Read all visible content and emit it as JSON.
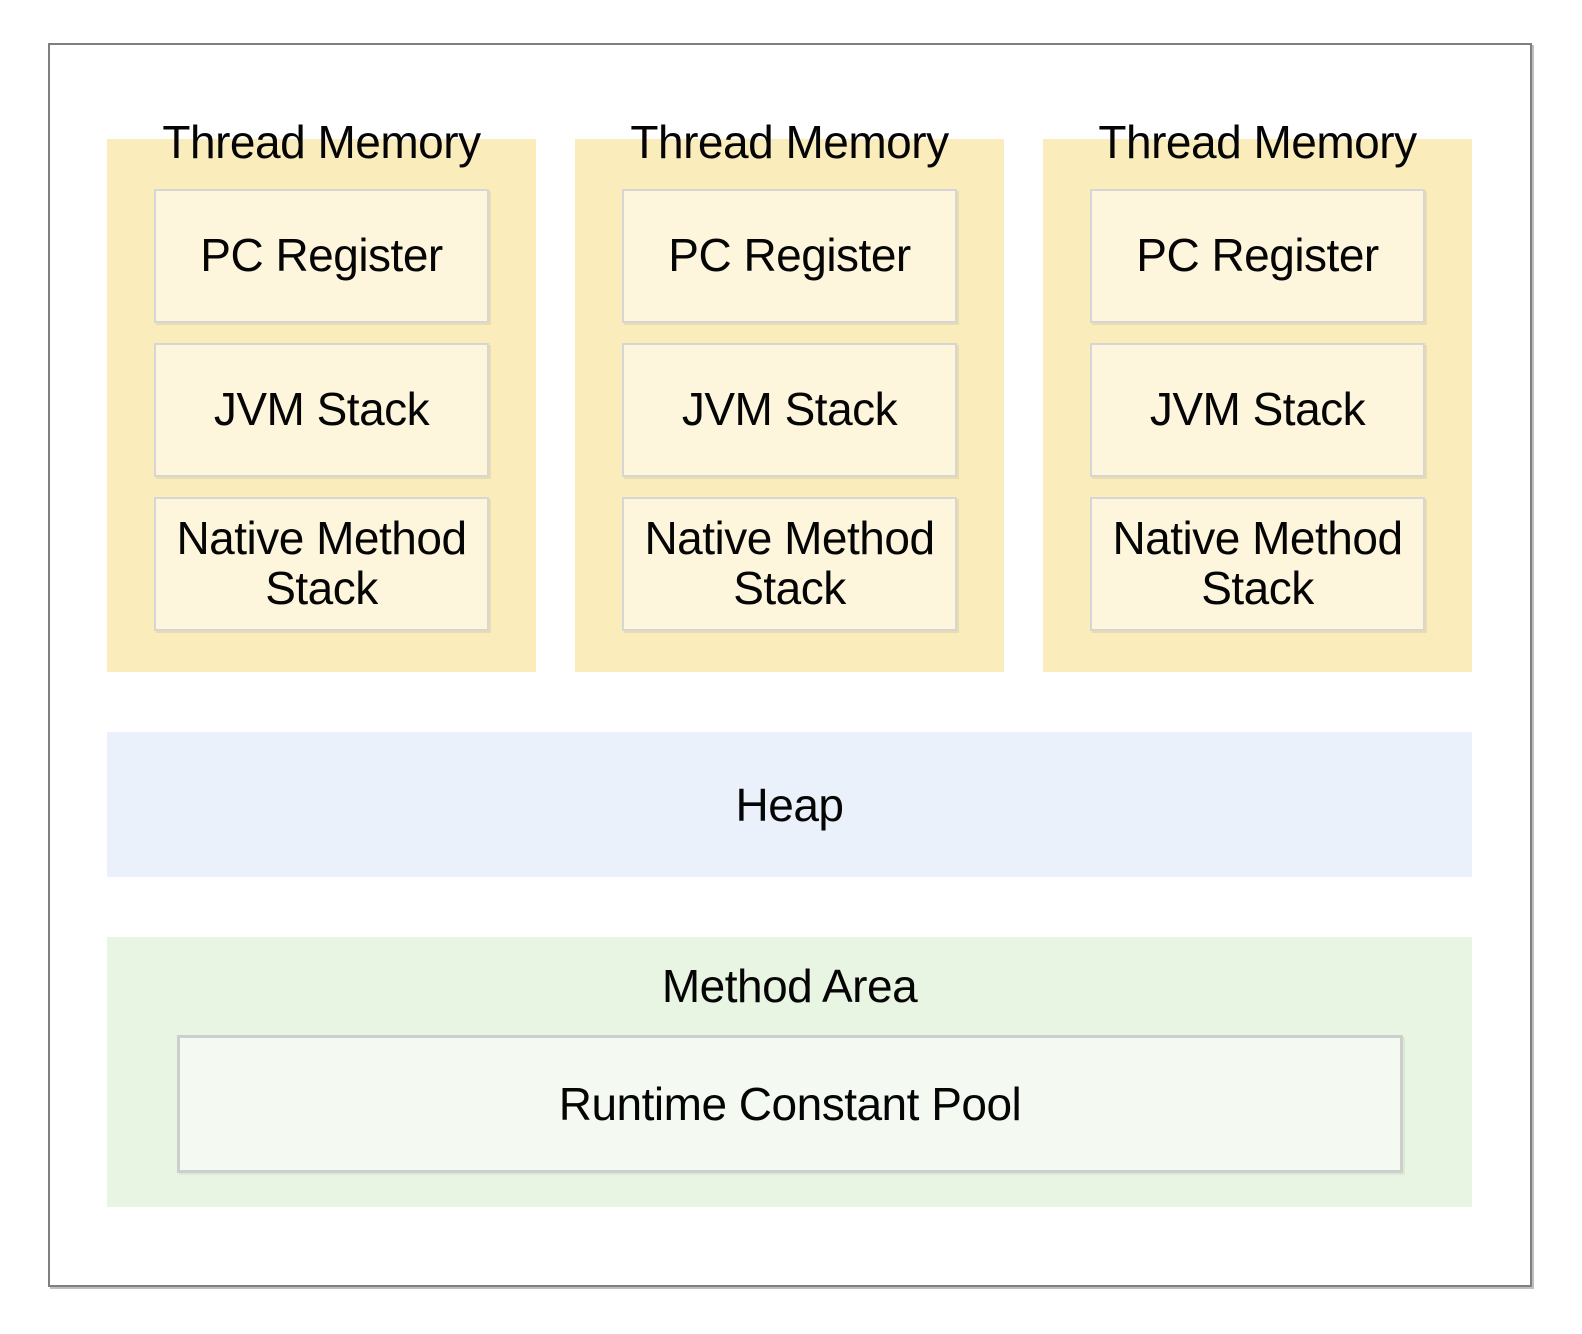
{
  "diagram": {
    "thread_columns": [
      {
        "title": "Thread Memory",
        "boxes": [
          "PC Register",
          "JVM Stack",
          "Native Method Stack"
        ]
      },
      {
        "title": "Thread Memory",
        "boxes": [
          "PC Register",
          "JVM Stack",
          "Native Method Stack"
        ]
      },
      {
        "title": "Thread Memory",
        "boxes": [
          "PC Register",
          "JVM Stack",
          "Native Method Stack"
        ]
      }
    ],
    "heap_label": "Heap",
    "method_area": {
      "label": "Method Area",
      "runtime_constant_pool_label": "Runtime Constant Pool"
    },
    "colors": {
      "thread_column_bg": "#FBEDBB",
      "thread_box_bg": "#FDF6DC",
      "thread_box_border": "#D6D6D6",
      "heap_bg": "#EAF1FA",
      "method_area_bg": "#E9F5E3",
      "runtime_pool_bg": "#F4F9F1",
      "runtime_pool_border": "#CCCFCC",
      "frame_border": "#7F7F7F",
      "text": "#050505"
    }
  }
}
